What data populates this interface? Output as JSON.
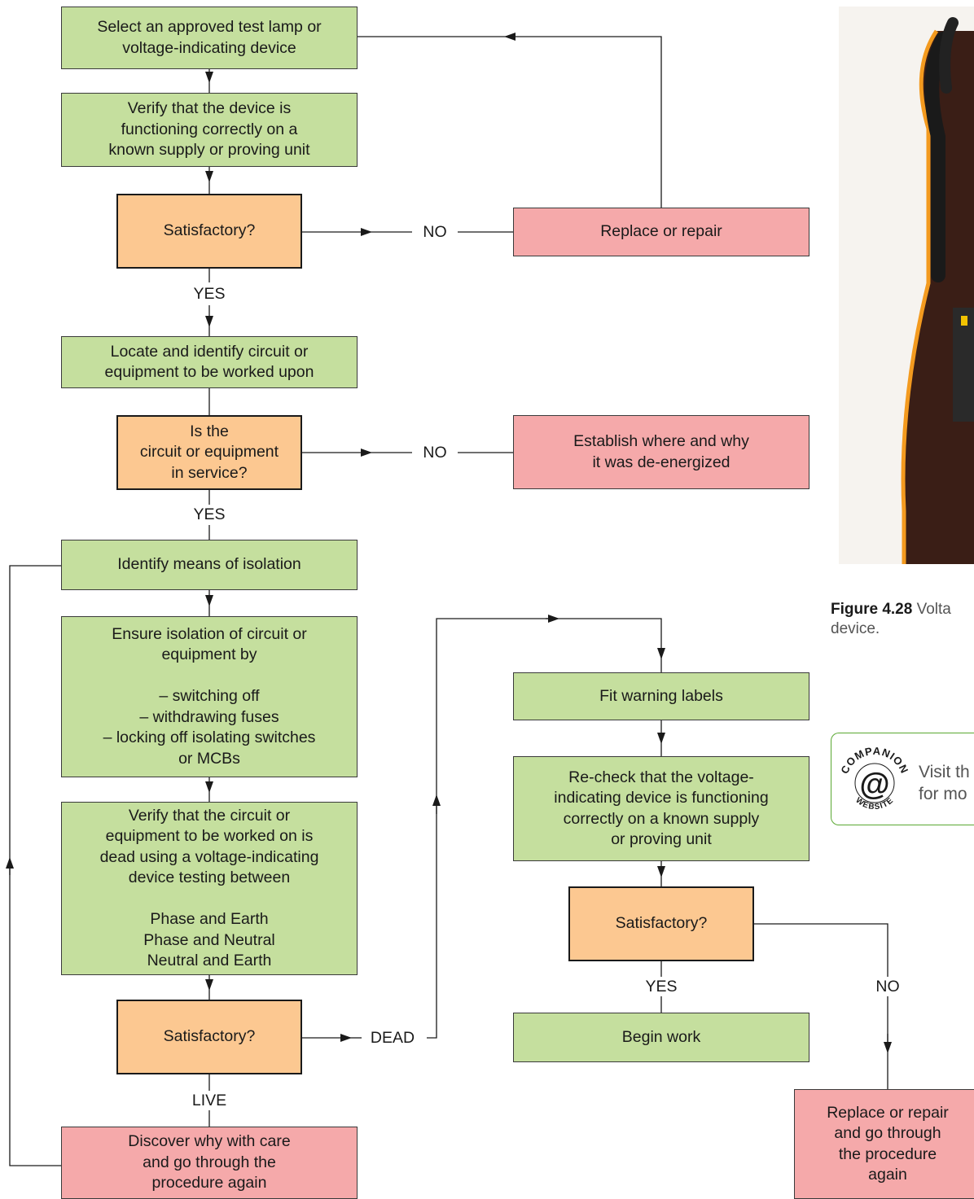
{
  "flow": {
    "select_device": "Select an approved test lamp or\nvoltage-indicating device",
    "verify_device": "Verify that the device is\nfunctioning correctly on a\nknown supply or proving unit",
    "satisfactory_1": "Satisfactory?",
    "replace_1": "Replace or repair",
    "locate_circuit": "Locate and identify circuit or\nequipment to be worked upon",
    "in_service": "Is the\ncircuit or equipment\nin service?",
    "establish": "Establish where and why\nit was de-energized",
    "identify_isolation": "Identify means of isolation",
    "ensure_isolation": "Ensure isolation of circuit or\nequipment by\n\n– switching off\n– withdrawing fuses\n– locking off isolating switches\nor MCBs",
    "verify_dead": "Verify that the circuit or\nequipment to be worked on is\ndead using a voltage-indicating\ndevice testing between\n\nPhase and Earth\nPhase and Neutral\nNeutral and Earth",
    "satisfactory_3": "Satisfactory?",
    "discover": "Discover why with care\nand go through the\nprocedure again",
    "fit_labels": "Fit warning labels",
    "recheck": "Re-check that the voltage-\nindicating device is functioning\ncorrectly on a known supply\nor proving unit",
    "satisfactory_4": "Satisfactory?",
    "begin_work": "Begin work",
    "replace_final": "Replace or repair\nand go through\nthe procedure\nagain"
  },
  "labels": {
    "no_1": "NO",
    "yes_1": "YES",
    "no_2": "NO",
    "yes_2": "YES",
    "dead": "DEAD",
    "live": "LIVE",
    "yes_3": "YES",
    "no_3": "NO"
  },
  "caption": {
    "figure_number": "Figure 4.28",
    "text_partial": "Volta",
    "text_line2": "device."
  },
  "companion": {
    "badge_top": "COMPANION",
    "badge_bottom": "WEBSITE",
    "text": "Visit th\nfor mo"
  },
  "colors": {
    "process_box": "#c5df9e",
    "decision_box": "#fcc891",
    "failure_box": "#f5a9aa",
    "companion_green": "#5aa832"
  },
  "icons": {
    "arrow": "arrowhead",
    "companion_badge": "at-sign-icon"
  }
}
